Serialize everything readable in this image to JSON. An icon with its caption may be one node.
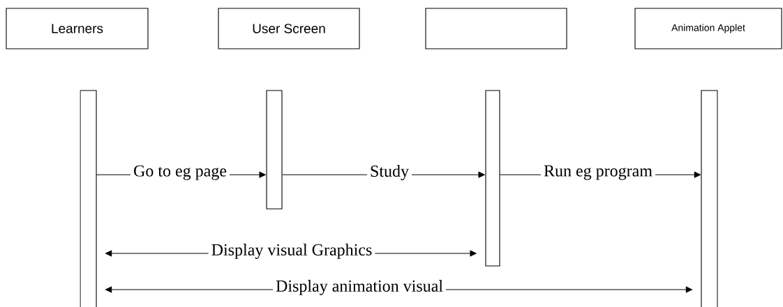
{
  "diagram": {
    "nodes": [
      {
        "text": [
          "Learners"
        ]
      },
      {
        "text": [
          "User Screen"
        ]
      },
      {
        "text": [],
        "shape": "box"
      },
      {
        "text": [
          "Animation Applet"
        ]
      },
      {
        "text": [],
        "shape": "bar"
      },
      {
        "text": [],
        "shape": "bar"
      },
      {
        "text": [],
        "shape": "bar"
      },
      {
        "text": [],
        "shape": "bar"
      }
    ],
    "edges": [
      {
        "from": 4,
        "to": 5,
        "arrow": "to",
        "label": "Go to eg page"
      },
      {
        "from": 5,
        "to": 6,
        "arrow": "to",
        "label": "Study"
      },
      {
        "from": 6,
        "to": 7,
        "arrow": "to",
        "label": "Run eg program"
      },
      {
        "from": 4,
        "to": 6,
        "arrow": "both",
        "label": "Display visual Graphics"
      },
      {
        "from": 4,
        "to": 7,
        "arrow": "both",
        "label": "Display animation visual"
      }
    ]
  }
}
